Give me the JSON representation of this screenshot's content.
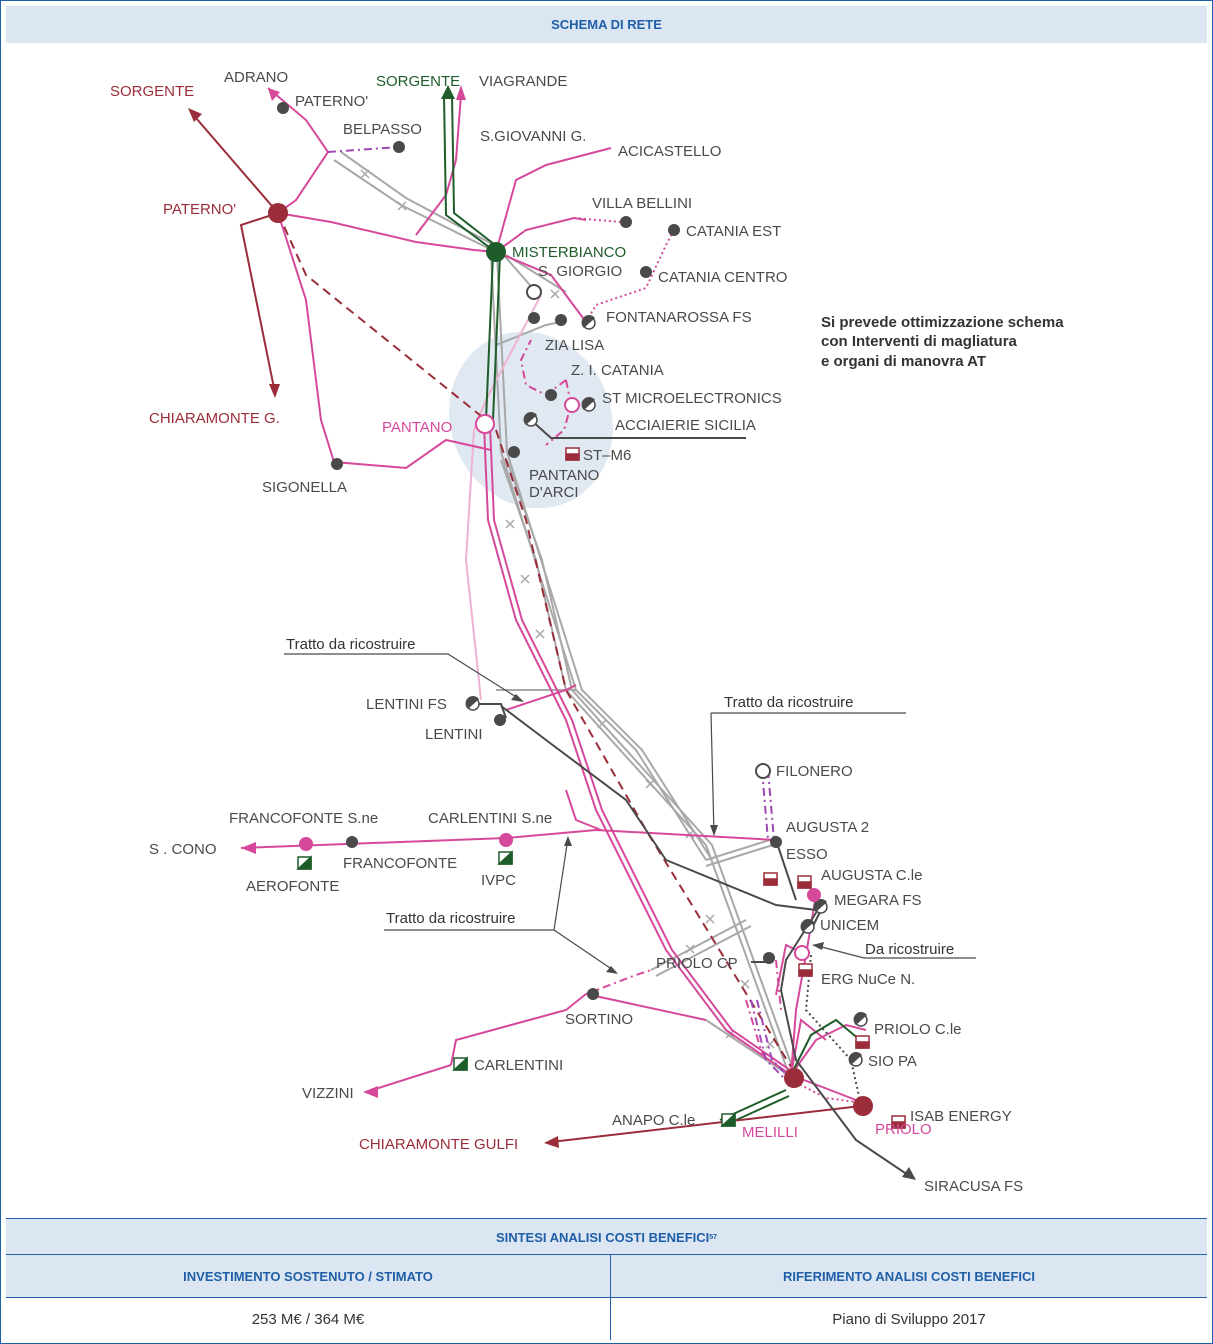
{
  "headers": {
    "schema": "SCHEMA DI RETE",
    "sintesi": "SINTESI ANALISI COSTI BENEFICI",
    "sintesi_sup": "57"
  },
  "table": {
    "col1_header": "INVESTIMENTO SOSTENUTO / STIMATO",
    "col2_header": "RIFERIMENTO ANALISI COSTI BENEFICI",
    "col1_value": "253 M€ / 364 M€",
    "col2_value": "Piano di Sviluppo 2017"
  },
  "note": {
    "line1": "Si prevede ottimizzazione schema",
    "line2": "con Interventi di magliatura",
    "line3": "e organi di manovra AT"
  },
  "annotations": {
    "tratto1": "Tratto da ricostruire",
    "tratto2": "Tratto da ricostruire",
    "tratto3": "Tratto da ricostruire",
    "da_ricostruire": "Da ricostruire"
  },
  "labels": {
    "sorgente_l": "SORGENTE",
    "adrano": "ADRANO",
    "paterno_s": "PATERNO'",
    "sorgente_v_a": "SORGENTE",
    "sorgente_v_b": "VIAGRANDE",
    "belpasso": "BELPASSO",
    "sgiovanni": "S.GIOVANNI G.",
    "acicastello": "ACICASTELLO",
    "paterno_n": "PATERNO'",
    "villa_bellini": "VILLA BELLINI",
    "catania_est": "CATANIA EST",
    "misterbianco": "MISTERBIANCO",
    "sgiorgio": "S. GIORGIO",
    "catania_centro": "CATANIA CENTRO",
    "fontanarossa": "FONTANAROSSA FS",
    "zia_lisa": "ZIA LISA",
    "zi_catania": "Z. I. CATANIA",
    "st_micro": "ST MICROELECTRONICS",
    "acciaierie": "ACCIAIERIE SICILIA",
    "chiaramonte_g": "CHIARAMONTE G.",
    "pantano": "PANTANO",
    "st_m6": "ST–M6",
    "pantano_darci_a": "PANTANO",
    "pantano_darci_b": "D'ARCI",
    "sigonella": "SIGONELLA",
    "lentini_fs": "LENTINI FS",
    "lentini": "LENTINI",
    "filonero": "FILONERO",
    "francofonte_sne": "FRANCOFONTE S.ne",
    "carlentini_sne": "CARLENTINI S.ne",
    "augusta2": "AUGUSTA 2",
    "s_cono": "S . CONO",
    "francofonte": "FRANCOFONTE",
    "esso": "ESSO",
    "aerofonte": "AEROFONTE",
    "ivpc": "IVPC",
    "augusta_cle": "AUGUSTA C.le",
    "megara": "MEGARA FS",
    "unicem": "UNICEM",
    "priolo_cp": "PRIOLO CP",
    "erg": "ERG NuCe N.",
    "sortino": "SORTINO",
    "priolo_cle": "PRIOLO C.le",
    "vizzini": "VIZZINI",
    "carlentini": "CARLENTINI",
    "sio_pa": "SIO PA",
    "anapo": "ANAPO C.le",
    "isab": "ISAB ENERGY",
    "melilli": "MELILLI",
    "priolo": "PRIOLO",
    "chiaramonte_gulfi": "CHIARAMONTE GULFI",
    "siracusa": "SIRACUSA FS"
  },
  "colors": {
    "pink": "#d6499a",
    "light_pink": "#eeb3d2",
    "green": "#1e5c2a",
    "dark_red": "#9b2d3a",
    "grey": "#a8a8a8",
    "dark_grey": "#4a4a4a",
    "blue_text": "#1f5fa8",
    "header_bg": "#dce6f2"
  }
}
